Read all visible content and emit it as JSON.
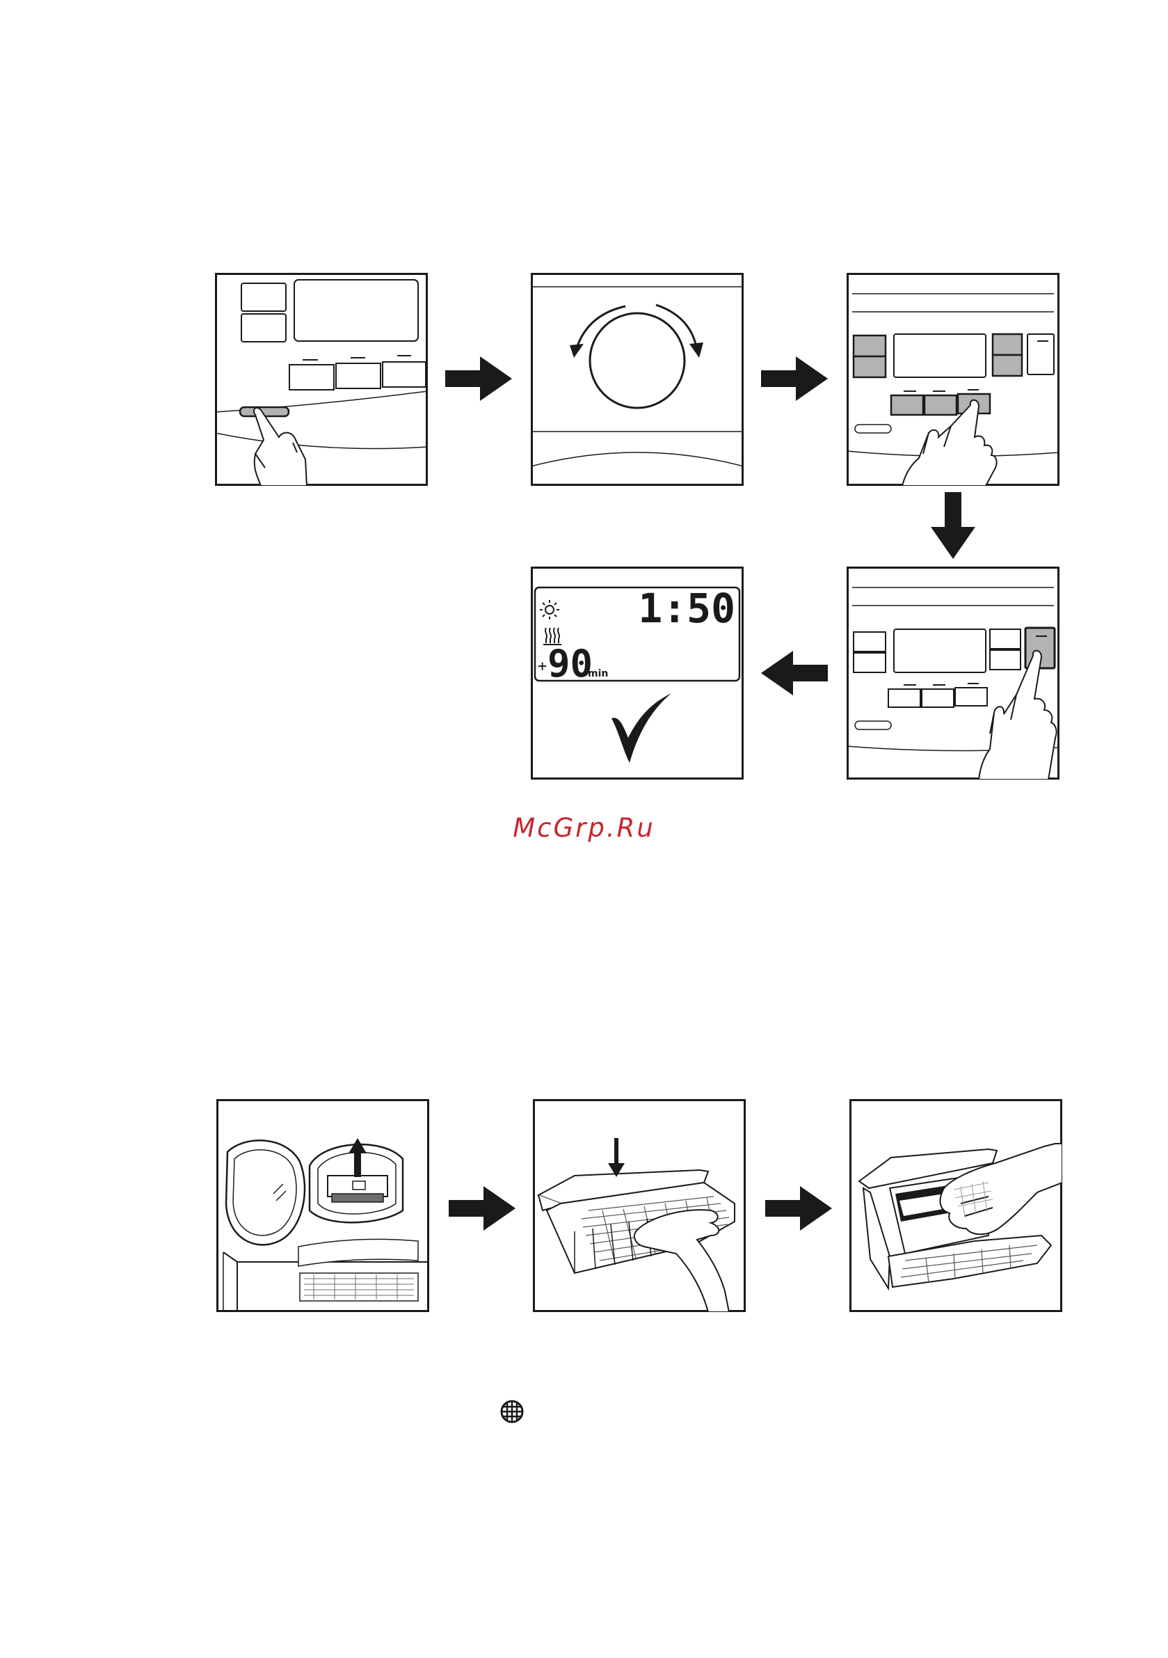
{
  "watermark": {
    "text": "McGrp.Ru"
  },
  "display_panel": {
    "time": "1:50",
    "plus_sign": "+",
    "minutes_value": "90",
    "minutes_unit": "min"
  },
  "icons": {
    "sun": "sun-icon",
    "steam": "heat-steam-icon",
    "check": "check-mark-icon",
    "filter": "filter-grid-icon"
  },
  "colors": {
    "stroke": "#1a1a1a",
    "highlight": "#b3b3b3",
    "watermark": "#c9242b"
  }
}
